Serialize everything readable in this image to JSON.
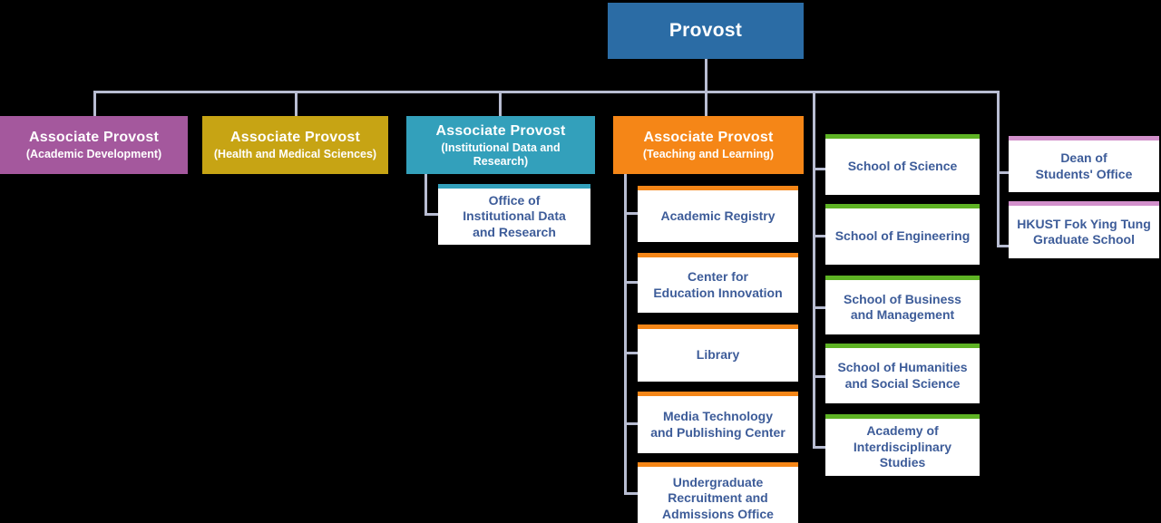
{
  "palette": {
    "background": "#000000",
    "connector": "#b8bdd2",
    "blue": "#2b6ca5",
    "purple": "#a4589d",
    "gold": "#c7a414",
    "teal": "#33a0bb",
    "orange": "#f58617",
    "green": "#5eb324",
    "pink": "#d290cb",
    "text_light": "#ffffff",
    "text_dark": "#3d5c99"
  },
  "org": {
    "provost": {
      "label": "Provost"
    },
    "associate_provosts": [
      {
        "title": "Associate Provost",
        "subtitle": [
          "(Academic Development)"
        ]
      },
      {
        "title": "Associate Provost",
        "subtitle": [
          "(Health and Medical Sciences)"
        ]
      },
      {
        "title": "Associate Provost",
        "subtitle": [
          "(Institutional Data and",
          "Research)"
        ]
      },
      {
        "title": "Associate Provost",
        "subtitle": [
          "(Teaching and Learning)"
        ]
      }
    ],
    "idr_offices": [
      {
        "label": [
          "Office of",
          "Institutional Data",
          "and Research"
        ]
      }
    ],
    "teaching_learning_units": [
      {
        "label": [
          "Academic Registry"
        ]
      },
      {
        "label": [
          "Center for",
          "Education Innovation"
        ]
      },
      {
        "label": [
          "Library"
        ]
      },
      {
        "label": [
          "Media Technology",
          "and Publishing Center"
        ]
      },
      {
        "label": [
          "Undergraduate",
          "Recruitment and",
          "Admissions Office"
        ]
      }
    ],
    "schools": [
      {
        "label": [
          "School of Science"
        ]
      },
      {
        "label": [
          "School of Engineering"
        ]
      },
      {
        "label": [
          "School of Business",
          "and Management"
        ]
      },
      {
        "label": [
          "School of Humanities",
          "and Social Science"
        ]
      },
      {
        "label": [
          "Academy of",
          "Interdisciplinary",
          "Studies"
        ]
      }
    ],
    "direct_reports": [
      {
        "label": [
          "Dean of",
          "Students' Office"
        ]
      },
      {
        "label": [
          "HKUST Fok Ying Tung",
          "Graduate School"
        ]
      }
    ]
  }
}
